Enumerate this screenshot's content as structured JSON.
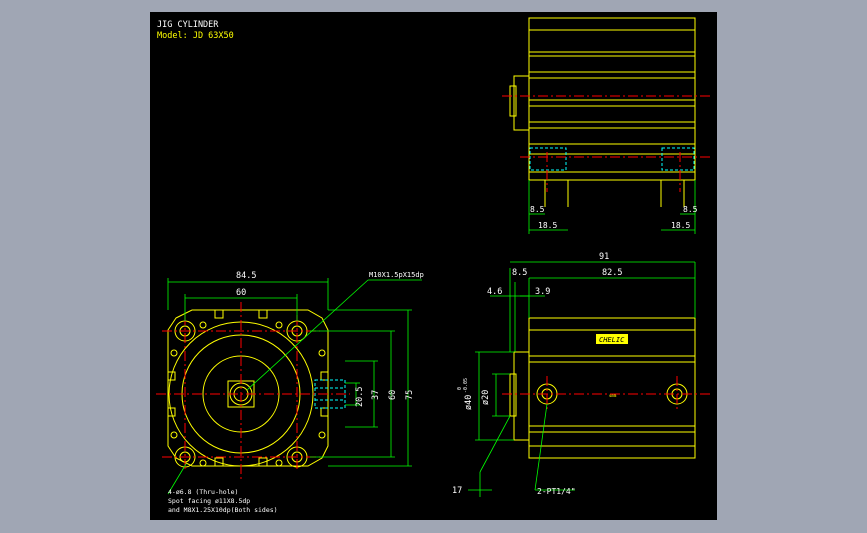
{
  "title_block": {
    "title": "JIG CYLINDER",
    "model": "Model: JD 63X50"
  },
  "colors": {
    "background": "#000000",
    "frame": "#a0a6b4",
    "outline": "#ffff00",
    "dimension": "#00ff00",
    "centerline": "#ff0000",
    "hidden": "#00ffff",
    "text": "#ffffff"
  },
  "dimensions": {
    "top_left_85": "8.5",
    "top_right_85": "8.5",
    "top_left_185": "18.5",
    "top_right_185": "18.5",
    "width_845": "84.5",
    "width_60": "60",
    "thread": "M10X1.5pX15dp",
    "height_205": "20.5",
    "height_37": "37",
    "height_60": "60",
    "height_75": "75",
    "side_91": "91",
    "side_85": "8.5",
    "side_825": "82.5",
    "side_46": "4.6",
    "side_39": "3.9",
    "side_d40": "ø40",
    "side_tol": "-0.05",
    "side_tol0": "0",
    "side_d20": "ø20",
    "side_17": "17",
    "port": "2-PT1/4\""
  },
  "notes": {
    "line1": "4-ø6.8 (Thru-hole)",
    "line2": "Spot facing  ø11X8.5dp",
    "line3": "and M8X1.25X10dp(Both sides)"
  },
  "labels": {
    "brand": "CHELIC",
    "small": "4mm"
  }
}
